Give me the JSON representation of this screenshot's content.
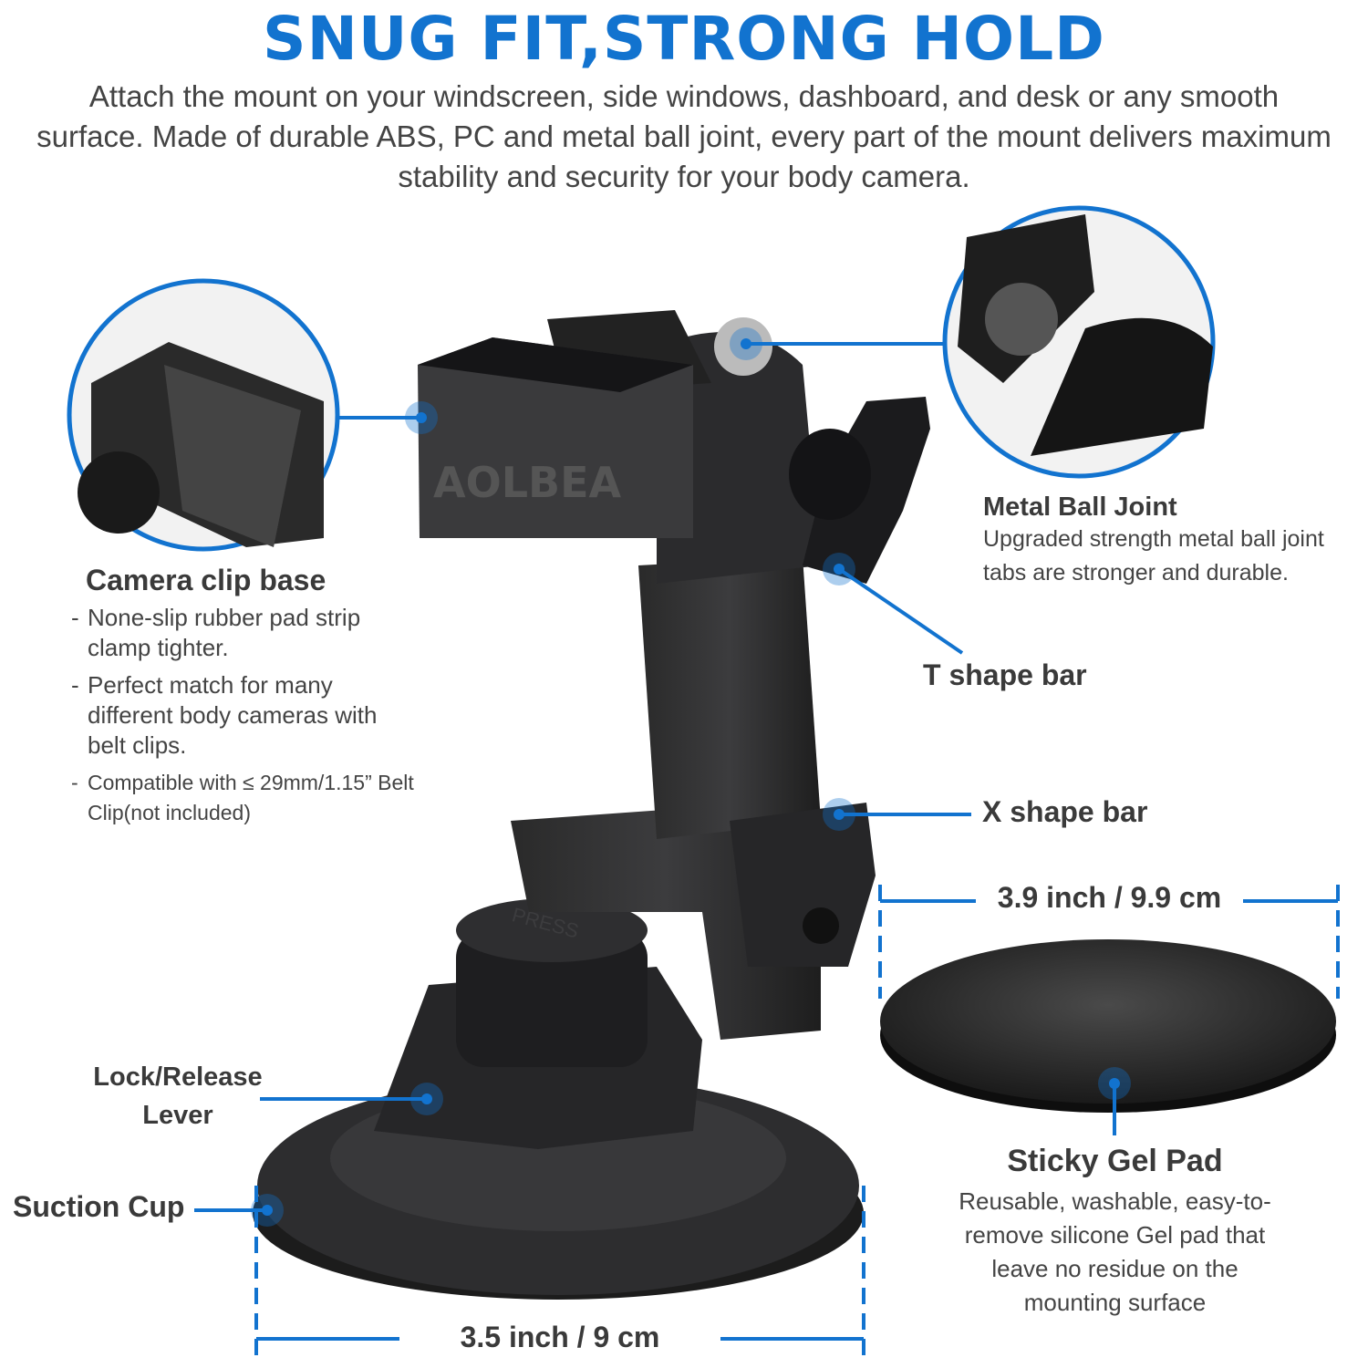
{
  "title": "SNUG FIT,STRONG HOLD",
  "intro": "Attach the mount on your windscreen, side windows, dashboard, and desk or any smooth surface. Made of durable ABS, PC and metal ball joint, every part of the mount delivers maximum stability and security for your body camera.",
  "brand_logo": "AOLBEA",
  "press_label": "PRESS",
  "accent_color": "#1273cf",
  "camera_clip": {
    "heading": "Camera clip base",
    "points": [
      "None-slip rubber pad strip clamp tighter.",
      "Perfect match for many different body cameras with belt clips.",
      "Compatible with ≤ 29mm/1.15” Belt Clip(not included)"
    ]
  },
  "ball_joint": {
    "heading": "Metal Ball Joint",
    "text": "Upgraded strength metal ball joint tabs are stronger and durable."
  },
  "t_bar": "T shape bar",
  "x_bar": "X shape bar",
  "lever": "Lock/Release Lever",
  "suction": "Suction Cup",
  "pad_size": "3.9 inch / 9.9 cm",
  "cup_size": "3.5 inch / 9 cm",
  "gel_pad": {
    "heading": "Sticky Gel Pad",
    "text": "Reusable, washable, easy-to-remove silicone Gel pad that leave no residue on the mounting surface"
  }
}
